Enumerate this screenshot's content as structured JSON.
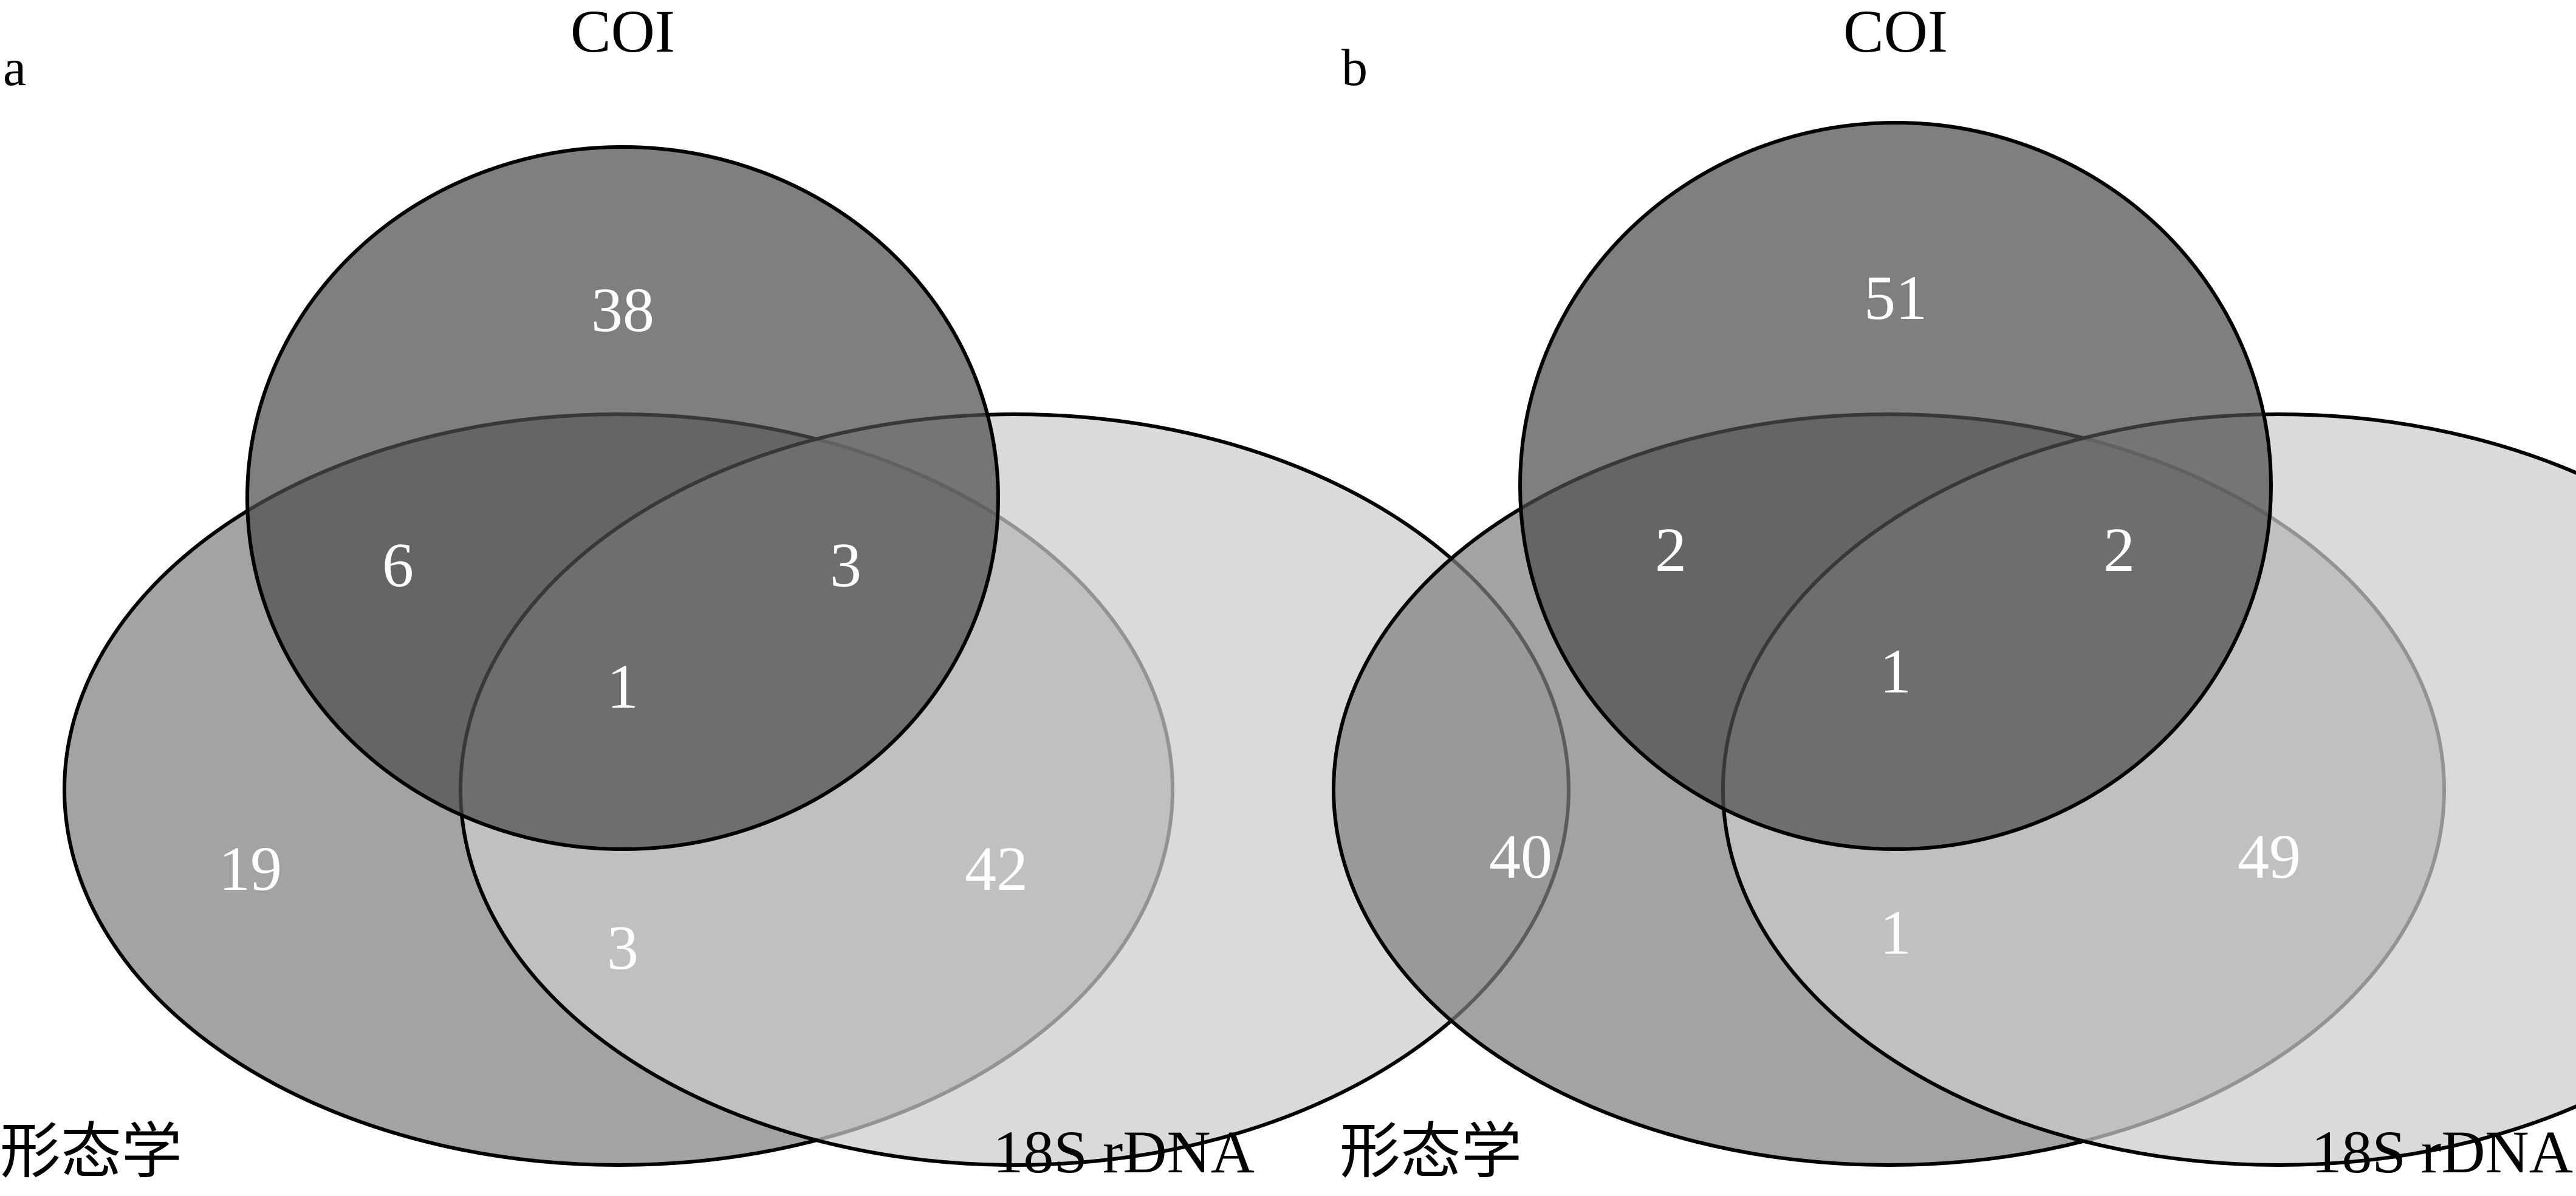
{
  "colors": {
    "morphology_fill": "#7f7f7f",
    "coi_fill": "#4d4d4d",
    "rdna_fill": "#cccccc",
    "outline": "#000000",
    "count_text": "#ffffff",
    "label_text": "#000000"
  },
  "panels": [
    {
      "letter": "a",
      "sets": {
        "coi": "COI",
        "morphology": "形态学",
        "rdna": "18S rDNA"
      },
      "counts": {
        "coi_only": "38",
        "coi_morphology": "6",
        "coi_rdna": "3",
        "all_three": "1",
        "morphology_only": "19",
        "rdna_only": "42",
        "morphology_rdna": "3"
      }
    },
    {
      "letter": "b",
      "sets": {
        "coi": "COI",
        "morphology": "形态学",
        "rdna": "18S rDNA"
      },
      "counts": {
        "coi_only": "51",
        "coi_morphology": "2",
        "coi_rdna": "2",
        "all_three": "1",
        "morphology_only": "40",
        "rdna_only": "49",
        "morphology_rdna": "1"
      }
    }
  ]
}
